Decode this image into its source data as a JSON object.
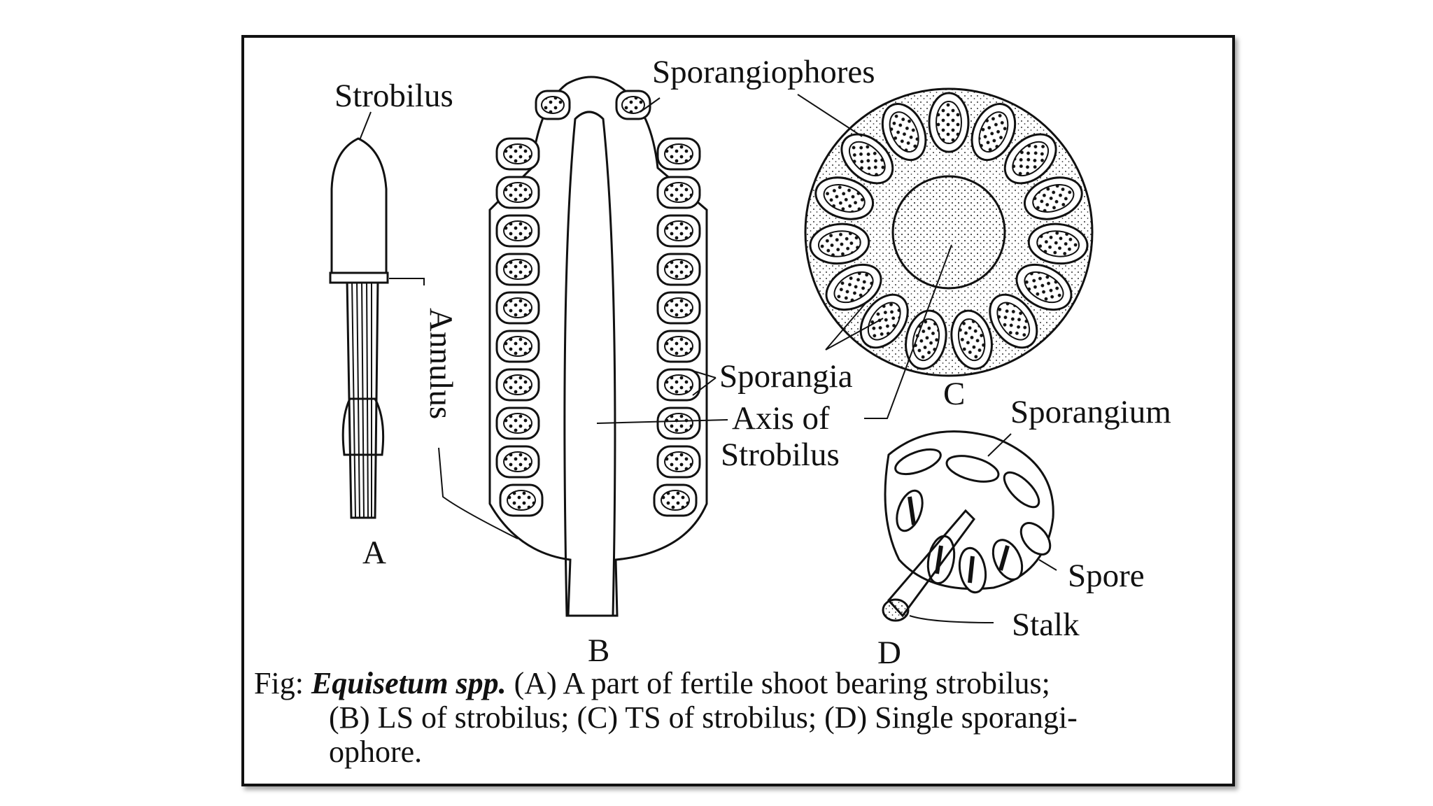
{
  "labels": {
    "strobilus": "Strobilus",
    "annulus": "Annulus",
    "sporangiophores": "Sporangiophores",
    "sporangia": "Sporangia",
    "axis_line1": "Axis of",
    "axis_line2": "Strobilus",
    "sporangium": "Sporangium",
    "spore": "Spore",
    "stalk": "Stalk"
  },
  "panel_letters": {
    "a": "A",
    "b": "B",
    "c": "C",
    "d": "D"
  },
  "caption": {
    "prefix": "Fig: ",
    "species": "Equisetum spp.",
    "line1_rest": " (A) A part of fertile shoot bearing strobilus;",
    "line2": "(B) LS of strobilus; (C) TS of strobilus; (D) Single sporangi-",
    "line3": "ophore."
  },
  "colors": {
    "ink": "#111111",
    "background": "#ffffff"
  }
}
